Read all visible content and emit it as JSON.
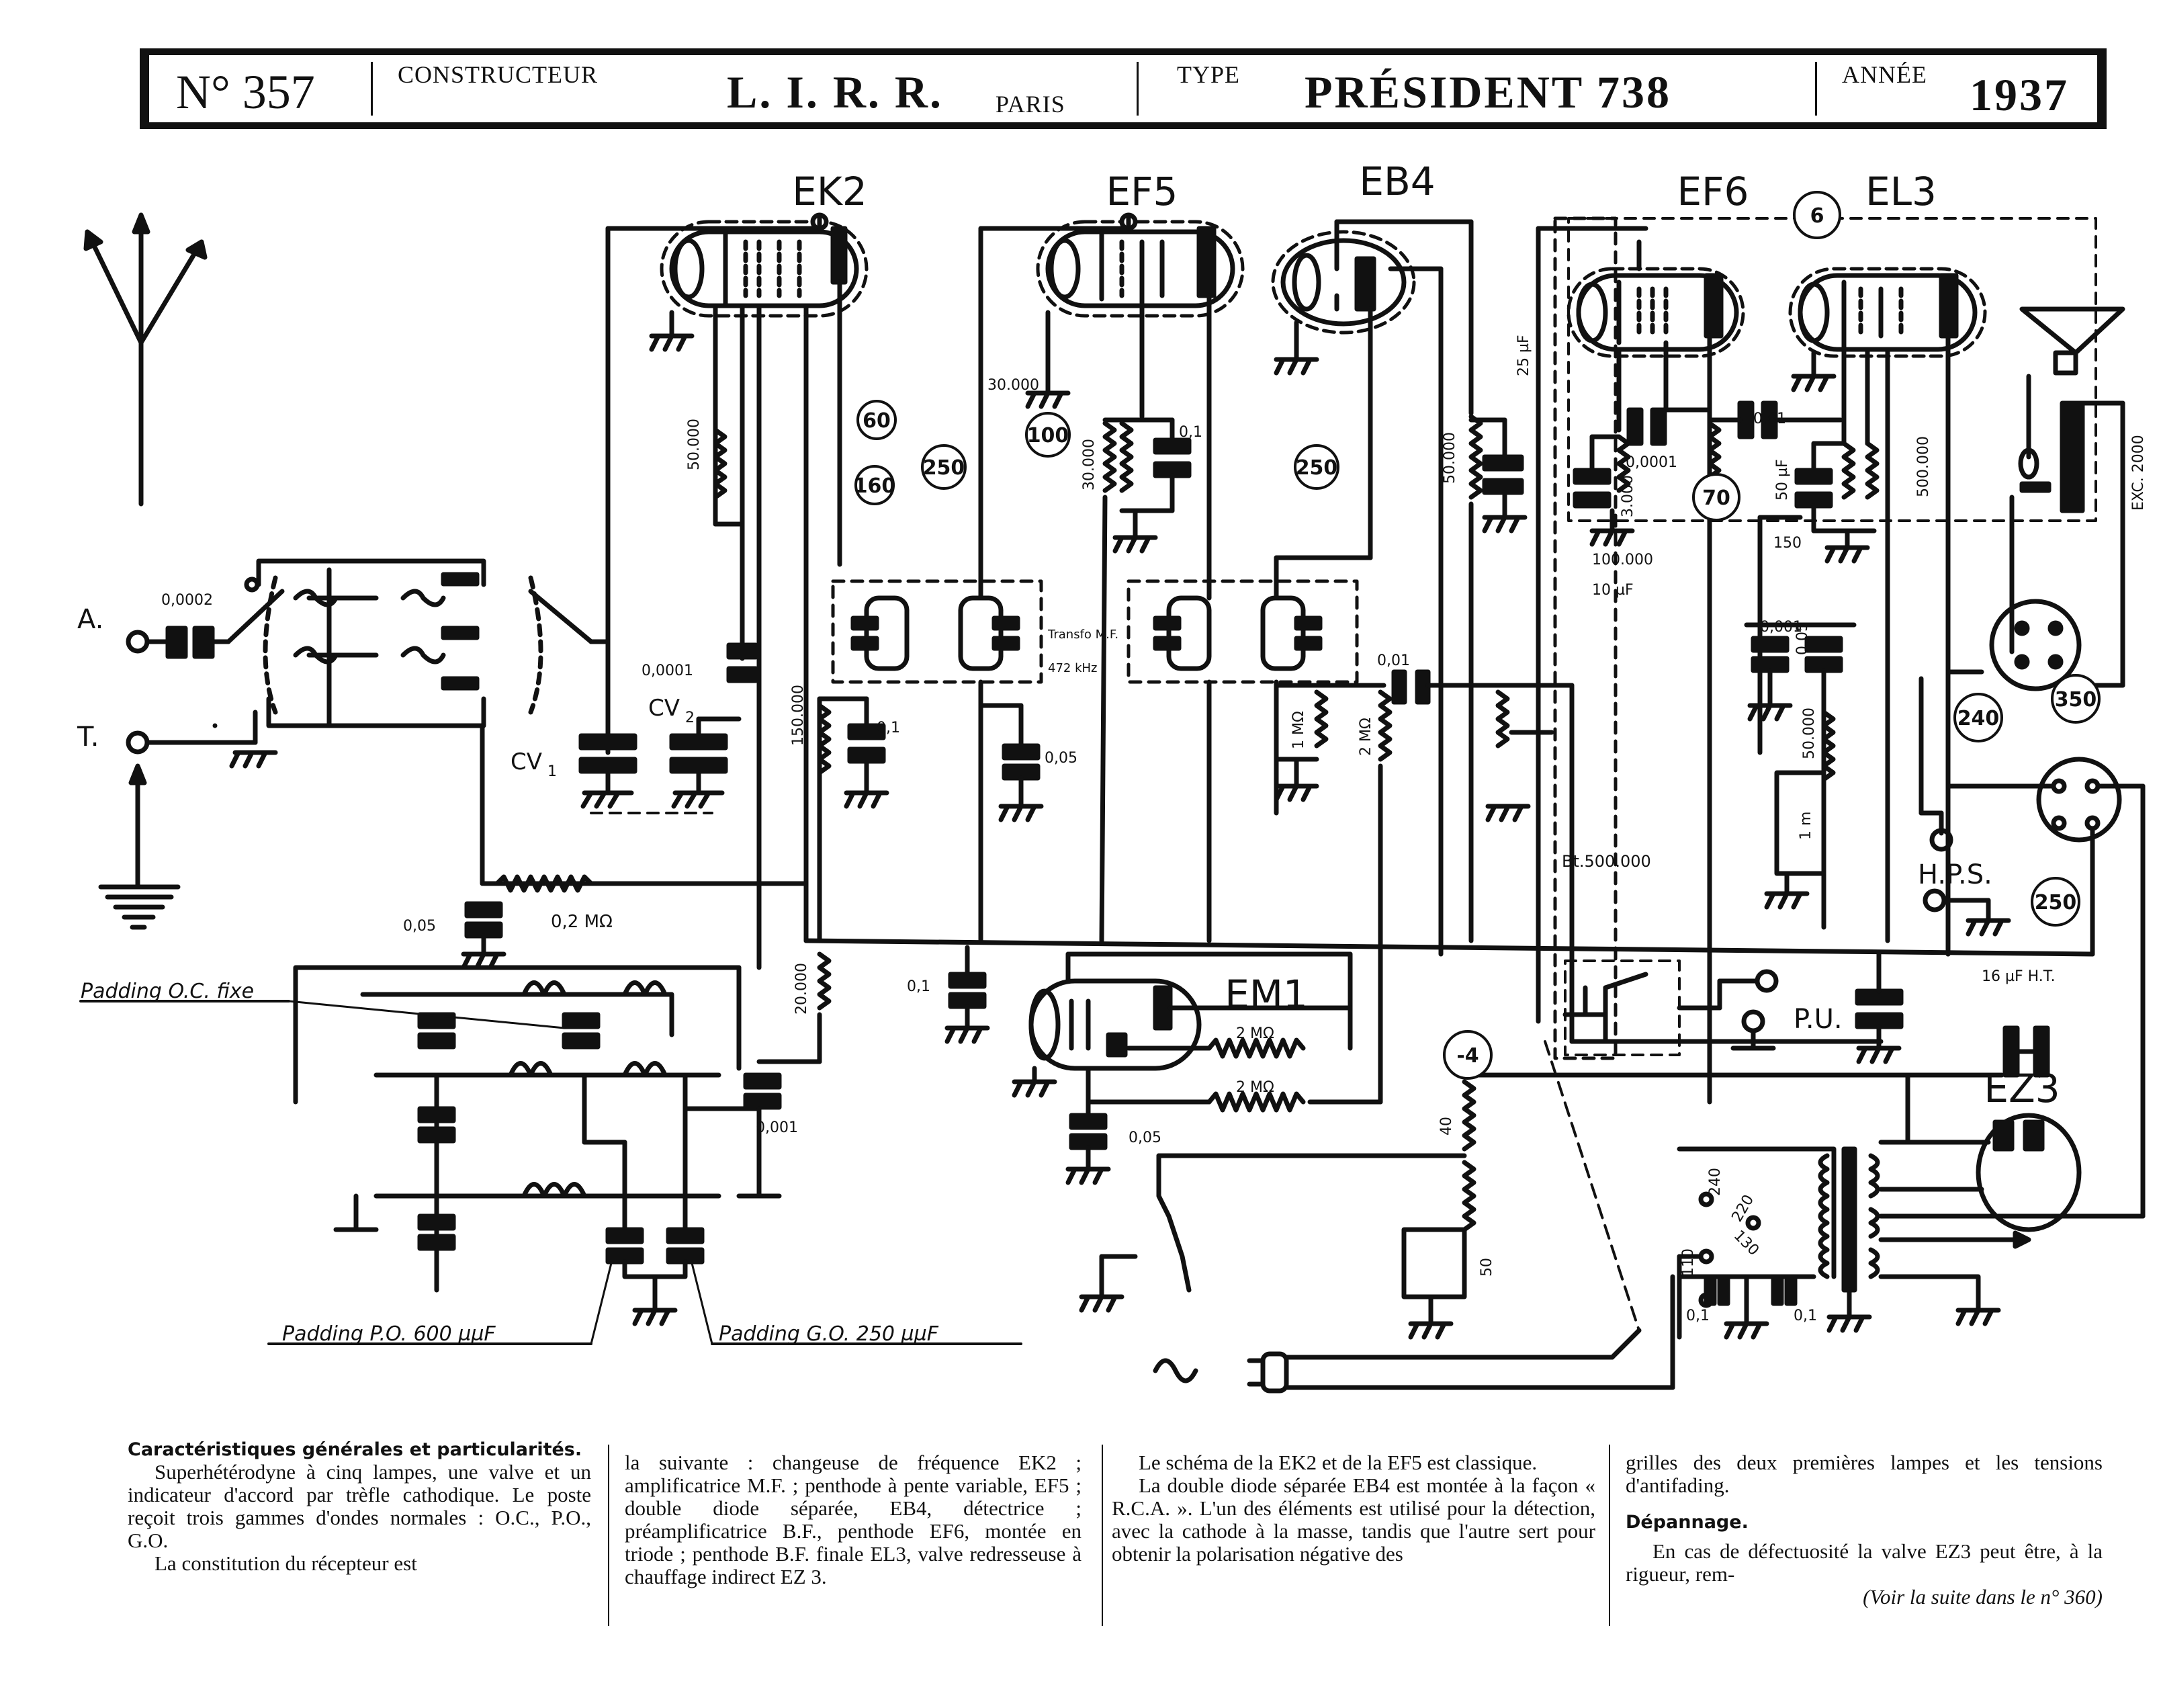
{
  "header": {
    "number": "N° 357",
    "constructeur_label": "CONSTRUCTEUR",
    "constructeur": "L. I. R. R.",
    "city": "PARIS",
    "type_label": "TYPE",
    "type": "PRÉSIDENT 738",
    "annee_label": "ANNÉE",
    "annee": "1937"
  },
  "schematic": {
    "tubes": {
      "ek2": "EK2",
      "ef5": "EF5",
      "eb4": "EB4",
      "ef6": "EF6",
      "el3": "EL3",
      "em1": "EM1",
      "ez3": "EZ3"
    },
    "terminals": {
      "antenna": "A.",
      "earth": "T.",
      "pickup": "P.U.",
      "hps": "H.P.S."
    },
    "voltages": [
      "60",
      "160",
      "250",
      "100",
      "250",
      "70",
      "6",
      "240",
      "350",
      "250",
      "-4"
    ],
    "components": {
      "c_ant": "0,0002",
      "cv1": "CV",
      "cv1_sub": "1",
      "cv2": "CV",
      "cv2_sub": "2",
      "c_0001": "0,0001",
      "r_50k_ek2": "50.000",
      "r_02M": "0,2 MΩ",
      "c_005_agc": "0,05",
      "r_150k": "150.000",
      "c_01_ek2": "0,1",
      "c_005_ef5": "0,05",
      "if_transfo": "Transfo M.F.",
      "if_freq": "472 kHz",
      "r_30k_a": "30.000",
      "r_30k_b": "30.000",
      "c_01_ef5": "0,1",
      "r_50k_eb4": "50.000",
      "c_01_eb4": "0,01",
      "r_1M": "1 MΩ",
      "r_2M": "2 MΩ",
      "c_25uF": "25 µF",
      "c_00001": "0,0001",
      "r_3000": "3.000",
      "r_100k": "100.000",
      "c_10uF": "10 µF",
      "c_001_el3": "0,01",
      "c_50uF": "50 µF",
      "r_150": "150",
      "r_500k": "500.000",
      "c_0001_b": "0,001",
      "c_005_b": "0,05",
      "r_50k_tone": "50.000",
      "r_1m_tone": "1 m",
      "exc": "EXC. 2000",
      "bt_500k": "Bt.500.000",
      "c_01_ts": "0,1",
      "r_20k": "20.000",
      "c_0001_osc": "0,001",
      "padding_oc": "Padding O.C. fixe",
      "padding_po": "Padding P.O. 600 µµF",
      "padding_go": "Padding G.O. 250 µµF",
      "r_2M_em1_a": "2 MΩ",
      "r_2M_em1_b": "2 MΩ",
      "c_005_em1": "0,05",
      "r_40": "40",
      "r_50": "50",
      "cap_16uF": "16 µF H.T.",
      "tap_240": "240",
      "tap_220": "220",
      "tap_130": "130",
      "tap_110": "110",
      "c_01_mains_a": "0,1",
      "c_01_mains_b": "0,1"
    }
  },
  "article": {
    "col1": {
      "heading": "Caractéristiques générales et particularités.",
      "p1": "Superhétérodyne à cinq lampes, une valve et un indicateur d'accord par trèfle cathodique. Le poste reçoit trois gammes d'ondes normales : O.C., P.O., G.O.",
      "p2": "La constitution du récepteur est"
    },
    "col2": {
      "p1": "la suivante : changeuse de fréquence EK2 ; amplificatrice M.F. ; penthode à pente variable, EF5 ; double diode séparée, EB4, détectrice ; préamplificatrice B.F., penthode EF6, montée en triode ; penthode B.F. finale EL3, valve redresseuse à chauffage indirect EZ 3."
    },
    "col3": {
      "p1": "Le schéma de la EK2 et de la EF5 est classique.",
      "p2": "La double diode séparée EB4 est montée à la façon « R.C.A. ». L'un des éléments est utilisé pour la détection, avec la cathode à la masse, tandis que l'autre sert pour obtenir la polarisation négative des"
    },
    "col4": {
      "p1": "grilles des deux premières lampes et les tensions d'antifading.",
      "heading": "Dépannage.",
      "p2": "En cas de défectuosité la valve EZ3 peut être, à la rigueur, rem-",
      "continued": "(Voir la suite dans le n° 360)"
    }
  }
}
